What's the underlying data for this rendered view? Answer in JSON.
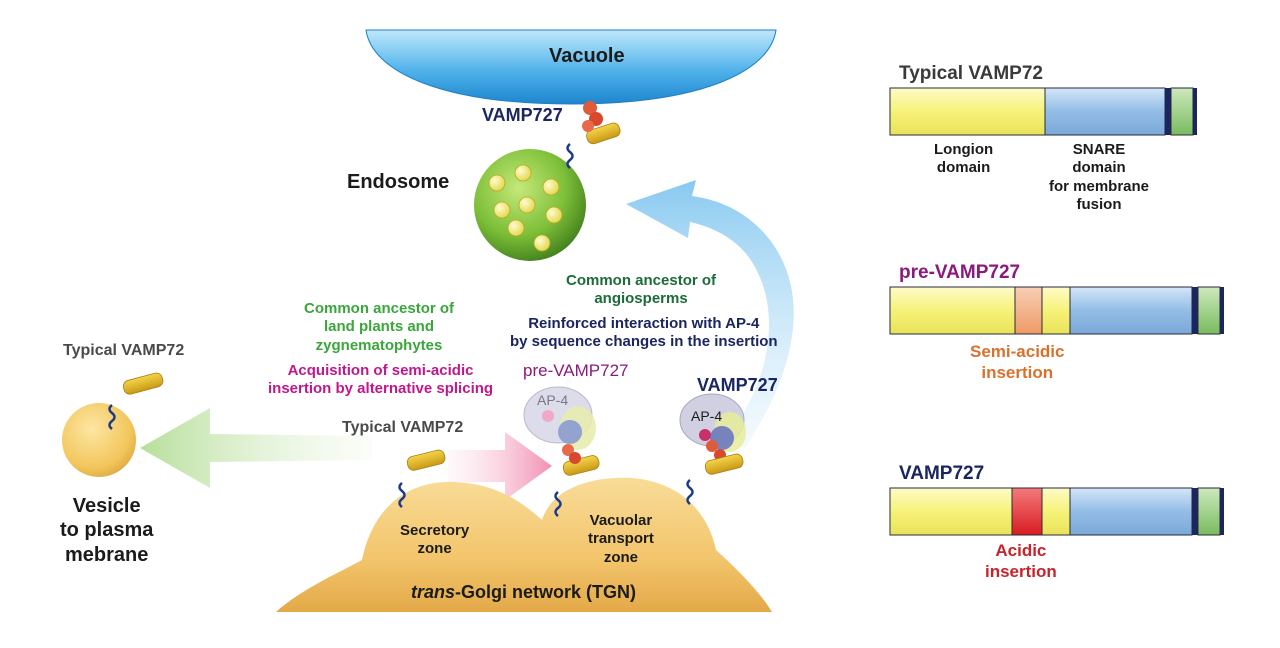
{
  "diagram": {
    "vacuole_label": "Vacuole",
    "endosome_label": "Endosome",
    "vamp727_top_label": "VAMP727",
    "vesicle_label": "Vesicle\nto plasma\nmebrane",
    "typical_vamp72_left_label": "Typical VAMP72",
    "typical_vamp72_center_label": "Typical VAMP72",
    "pre_vamp727_label": "pre-VAMP727",
    "vamp727_right_label": "VAMP727",
    "ap4_label_1": "AP-4",
    "ap4_label_2": "AP-4",
    "secretory_zone_label": "Secretory\nzone",
    "vacuolar_zone_label": "Vacuolar\ntransport\nzone",
    "tgn_label_italic": "trans",
    "tgn_label_rest": "-Golgi network (TGN)",
    "ancestor_land_plants": "Common ancestor of\nland plants and\nzygnematophytes",
    "acquisition_text": "Acquisition of semi-acidic\ninsertion by alternative splicing",
    "ancestor_angiosperms": "Common ancestor of\nangiosperms",
    "reinforced_text": "Reinforced interaction with AP-4\nby sequence changes in the insertion"
  },
  "domains": {
    "typical": {
      "title": "Typical VAMP72",
      "longin_label": "Longion\ndomain",
      "snare_label": "SNARE\ndomain\nfor membrane\nfusion"
    },
    "pre": {
      "title": "pre-VAMP727",
      "insertion_label": "Semi-acidic\ninsertion"
    },
    "vamp727": {
      "title": "VAMP727",
      "insertion_label": "Acidic\ninsertion"
    }
  },
  "colors": {
    "longin": "#f6f27a",
    "snare": "#8fbbe6",
    "tm": "#1b2660",
    "ctail": "#8cc976",
    "semi_acidic": "#f0a070",
    "acidic": "#e2282a",
    "vacuole": "#3aa2e0",
    "endosome": "#7cbf3a",
    "tgn": "#f4c468",
    "arrow_green": "#bfe3a8",
    "arrow_pink": "#f29ab6",
    "arrow_blue": "#8ccaf0"
  }
}
